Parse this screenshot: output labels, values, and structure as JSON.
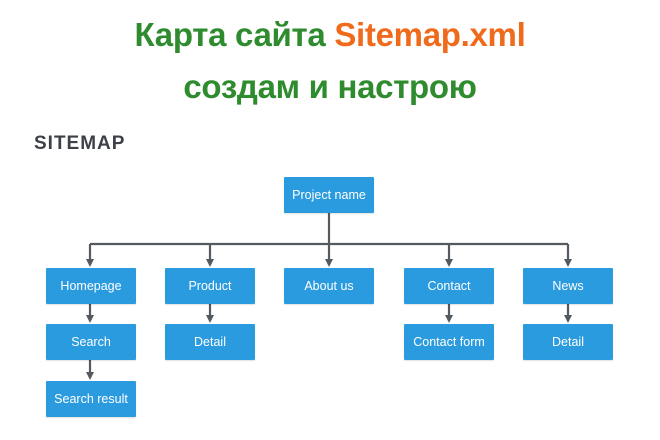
{
  "heading": {
    "line1_part1": "Карта сайта ",
    "line1_part2": "Sitemap.xml",
    "line2": "создам и настрою"
  },
  "diagram": {
    "label": "SITEMAP",
    "colors": {
      "node": "#2b9be0",
      "connector": "#555a60",
      "heading_green": "#2e8b2e",
      "heading_orange": "#f06a1c"
    },
    "root": "Project name",
    "branches": [
      {
        "label": "Homepage",
        "children": [
          {
            "label": "Search",
            "children": [
              {
                "label": "Search result"
              }
            ]
          }
        ]
      },
      {
        "label": "Product",
        "children": [
          {
            "label": "Detail"
          }
        ]
      },
      {
        "label": "About us",
        "children": []
      },
      {
        "label": "Contact",
        "children": [
          {
            "label": "Contact form"
          }
        ]
      },
      {
        "label": "News",
        "children": [
          {
            "label": "Detail"
          }
        ]
      }
    ]
  }
}
